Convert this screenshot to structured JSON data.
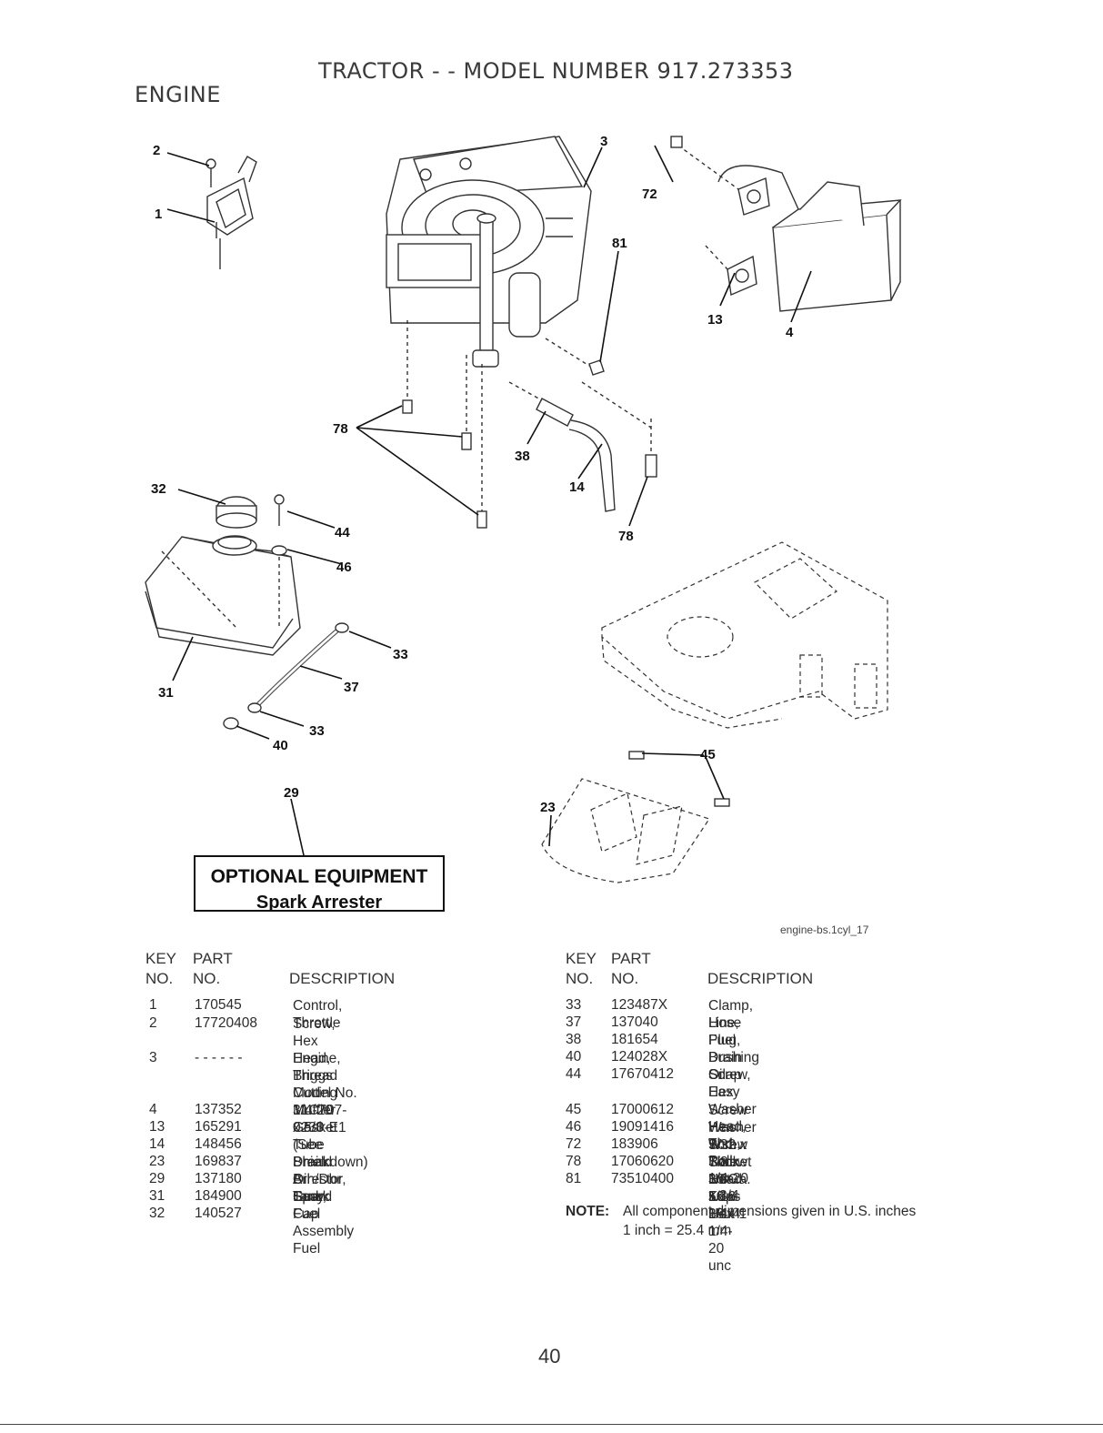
{
  "page": {
    "title": "TRACTOR - - MODEL NUMBER 917.273353",
    "section": "ENGINE",
    "page_number": "40"
  },
  "diagram": {
    "image_ref": "engine-bs.1cyl_17",
    "callouts": [
      "2",
      "1",
      "3",
      "72",
      "81",
      "13",
      "4",
      "78",
      "38",
      "14",
      "78",
      "32",
      "44",
      "46",
      "33",
      "37",
      "31",
      "33",
      "40",
      "45",
      "29",
      "23"
    ]
  },
  "optional_equipment": {
    "heading": "OPTIONAL EQUIPMENT",
    "item": "Spark Arrester"
  },
  "table_headers": {
    "key_top": "KEY",
    "key_bottom": "NO.",
    "part_top": "PART",
    "part_bottom": "NO.",
    "description": "DESCRIPTION"
  },
  "parts_left": [
    {
      "key": "1",
      "part": "170545",
      "desc": "Control, Throttle"
    },
    {
      "key": "2",
      "part": "17720408",
      "desc": "Screw, Hex Head, Thread Cutting\n1/4-20 x 5/8"
    },
    {
      "key": "3",
      "part": "- - - - - -",
      "desc": "Engine, Briggs Model No.\n31C707-0230-E1\n(See Breakdown)"
    },
    {
      "key": "4",
      "part": "137352",
      "desc": "Muffler"
    },
    {
      "key": "13",
      "part": "165291",
      "desc": "Gasket"
    },
    {
      "key": "14",
      "part": "148456",
      "desc": "Tube Drain Oil Easy"
    },
    {
      "key": "23",
      "part": "169837",
      "desc": "Shield Brn/Dbr Guard"
    },
    {
      "key": "29",
      "part": "137180",
      "desc": "Arrestor, Spark"
    },
    {
      "key": "31",
      "part": "184900",
      "desc": "Tank, Fuel"
    },
    {
      "key": "32",
      "part": "140527",
      "desc": "Cap Assembly Fuel"
    }
  ],
  "parts_right": [
    {
      "key": "33",
      "part": "123487X",
      "desc": "Clamp, Hose"
    },
    {
      "key": "37",
      "part": "137040",
      "desc": "Line, Fuel"
    },
    {
      "key": "38",
      "part": "181654",
      "desc": "Plug, Drain Oil Easy"
    },
    {
      "key": "40",
      "part": "124028X",
      "desc": "Bushing Snap"
    },
    {
      "key": "44",
      "part": "17670412",
      "desc": "Screw, Hex Washer Head, Thd.,\nRoll. 1/4-20 x 3/4"
    },
    {
      "key": "45",
      "part": "17000612",
      "desc": "Screw Hex Wsh Thdr 3/8-16 x 3/4"
    },
    {
      "key": "46",
      "part": "19091416",
      "desc": "Washer 9/32 x 7/8 x 16 Ga."
    },
    {
      "key": "72",
      "part": "183906",
      "desc": "Screw Socket Head 5/16-18 x 1"
    },
    {
      "key": "78",
      "part": "17060620",
      "desc": "Screw 3/8-16 x 1-1/4"
    },
    {
      "key": "81",
      "part": "73510400",
      "desc": "Nut Keps Hex 1/4-20 unc"
    }
  ],
  "note": {
    "label": "NOTE:",
    "line1": "All component dimensions given in U.S. inches",
    "line2": "1 inch = 25.4 mm"
  }
}
